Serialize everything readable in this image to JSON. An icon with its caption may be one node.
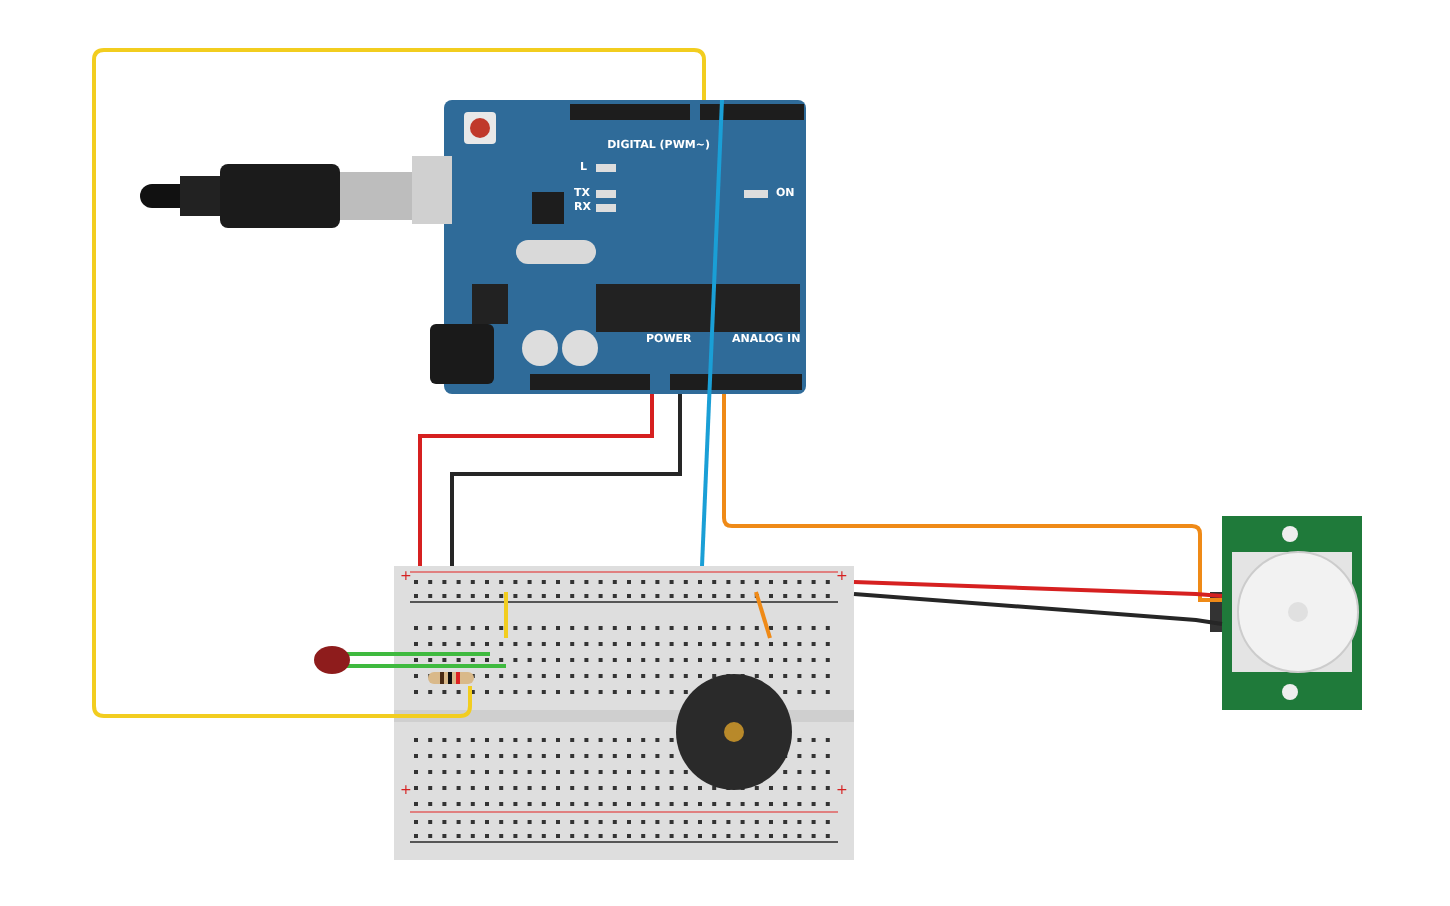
{
  "diagram": {
    "nodes": [
      {
        "text": [],
        "shape": "picture"
      },
      {
        "text": [
          "DIGITAL (PWM~)",
          "POWER",
          "ANALOG IN",
          "ON",
          "L",
          "TX",
          "RX"
        ]
      },
      {
        "text": [],
        "shape": "picture"
      },
      {
        "text": [],
        "shape": "picture"
      },
      {
        "text": [],
        "shape": "picture",
        "in": 2
      },
      {
        "text": [],
        "shape": "picture",
        "in": 2
      },
      {
        "text": [],
        "shape": "picture"
      }
    ],
    "edges": [
      {
        "from": 1,
        "to": 4,
        "arrow": "none",
        "color": "#f2cd1f"
      },
      {
        "from": 1,
        "to": 2,
        "arrow": "none",
        "color": "#d62020"
      },
      {
        "from": 1,
        "to": 2,
        "arrow": "none",
        "color": "#262626"
      },
      {
        "from": 1,
        "to": 2,
        "arrow": "none",
        "color": "#1a9fd6"
      },
      {
        "from": 1,
        "to": 6,
        "arrow": "none",
        "color": "#ef8a17"
      },
      {
        "from": 2,
        "to": 6,
        "arrow": "none",
        "color": "#d62020"
      },
      {
        "from": 2,
        "to": 6,
        "arrow": "none",
        "color": "#262626"
      }
    ],
    "labels": [
      "+",
      "+",
      "+",
      "+"
    ]
  }
}
